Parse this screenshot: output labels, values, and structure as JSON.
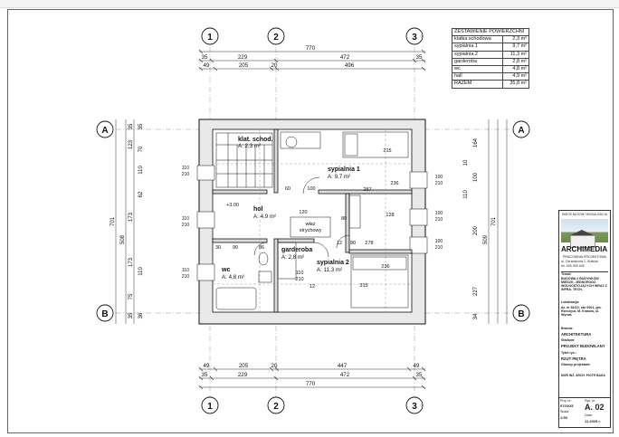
{
  "legend": {
    "title": "ZESTAWIENIE POWIERZCHNI",
    "rows": [
      {
        "name": "klatka schodowa",
        "value": "2,3 m²"
      },
      {
        "name": "sypialnia 1",
        "value": "9,7 m²"
      },
      {
        "name": "sypialnia 2",
        "value": "11,3 m²"
      },
      {
        "name": "garderoba",
        "value": "2,8 m²"
      },
      {
        "name": "wc",
        "value": "4,8 m²"
      },
      {
        "name": "hall",
        "value": "4,9 m²"
      },
      {
        "name": "RAZEM",
        "value": "35,8 m²"
      }
    ]
  },
  "axes": {
    "col1": "1",
    "col2": "2",
    "col3": "3",
    "rowA": "A",
    "rowB": "B"
  },
  "dims": {
    "top_total": "770",
    "top_mid": [
      "35",
      "229",
      "472",
      "35"
    ],
    "top_inner": [
      "49",
      "205",
      "20",
      "496"
    ],
    "bottom_inner": [
      "49",
      "205",
      "20",
      "447",
      "49"
    ],
    "bottom_mid": [
      "35",
      "229",
      "472",
      "35"
    ],
    "bottom_total": "770",
    "left_total": "701",
    "left_mid": "508",
    "left_parts": [
      "35",
      "123",
      "173",
      "173",
      "75",
      "35"
    ],
    "left_inner": [
      "35",
      "70",
      "110",
      "62",
      "110",
      "36"
    ],
    "right_total": "701",
    "right_mid": "509",
    "right_parts": [
      "164",
      "100",
      "200",
      "227",
      "34"
    ],
    "right_inner": [
      "10",
      "110"
    ]
  },
  "rooms": {
    "stair": {
      "name": "klat. schod.",
      "area": "A: 2,3 m²"
    },
    "bed1": {
      "name": "sypialnia 1",
      "area": "A: 9,7 m²"
    },
    "hall": {
      "name": "hol",
      "area": "A: 4,9 m²"
    },
    "wc": {
      "name": "wc",
      "area": "A: 4,8 m²"
    },
    "ward": {
      "name": "garderoba",
      "area": "A: 2,8 m²"
    },
    "bed2": {
      "name": "sypialnia 2",
      "area": "A: 11,3 m²"
    }
  },
  "plan_labels": {
    "wlaz1": "właz",
    "wlaz2": "strychowy",
    "level": "+3.00",
    "n287": "287",
    "n120": "120",
    "n80": "80",
    "n90": "90",
    "n30": "30",
    "n86": "86",
    "n60": "60",
    "n100": "100",
    "n128": "128",
    "n278": "278",
    "n315": "315",
    "n236a": "236",
    "n236b": "236",
    "n215": "215",
    "n12a": "12",
    "n12b": "12",
    "n80b": "80",
    "n110": "110",
    "n210": "210"
  },
  "win_labels": {
    "w1a": "110",
    "w1b": "210",
    "w2a": "110",
    "w2b": "210",
    "w3a": "110",
    "w3b": "210",
    "e1a": "100",
    "e1b": "210",
    "e2a": "100",
    "e2b": "210",
    "e3a": "100",
    "e3b": "210"
  },
  "titleblock": {
    "caption": "WIDOK NA DOM / WIZUALIZACJA",
    "brand": "ARCHIMEDIA",
    "sub": "PRACOWNIA PROJEKTOWA",
    "addr1": "ul. Ceramiczna 1, Kraków",
    "addr2": "tel. 000 000 000",
    "temat_label": "Temat:",
    "temat": "BUDOWA 2 BUDYNKÓW MIESZK. JEDNORODZ. WOLNOSTOJĄCYCH WRAZ Z INFRA. TECH.",
    "lok_label": "Lokalizacja:",
    "lok": "dz. nr 82/10, obr 0001, gm. Rzeczyca, M. Kraków, ul. Wyrwa",
    "branza_label": "Branża:",
    "branza": "ARCHITEKTURA",
    "stadium_label": "Stadium:",
    "stadium": "PROJEKT BUDOWLANY",
    "tytul_label": "Tytuł rys.:",
    "tytul": "RZUT PIĘTRA",
    "proj_label": "Główny projektant:",
    "proj": "MGR INŻ. ARCH. PIOTR BAKA",
    "projnr_label": "Proj. nr:",
    "projnr": "07/2025",
    "rysnr_label": "Rys. nr:",
    "rysnr": "A. 02",
    "skala_label": "Skala:",
    "skala": "1:50",
    "data_label": "Data:",
    "data": "11.2025 r."
  }
}
